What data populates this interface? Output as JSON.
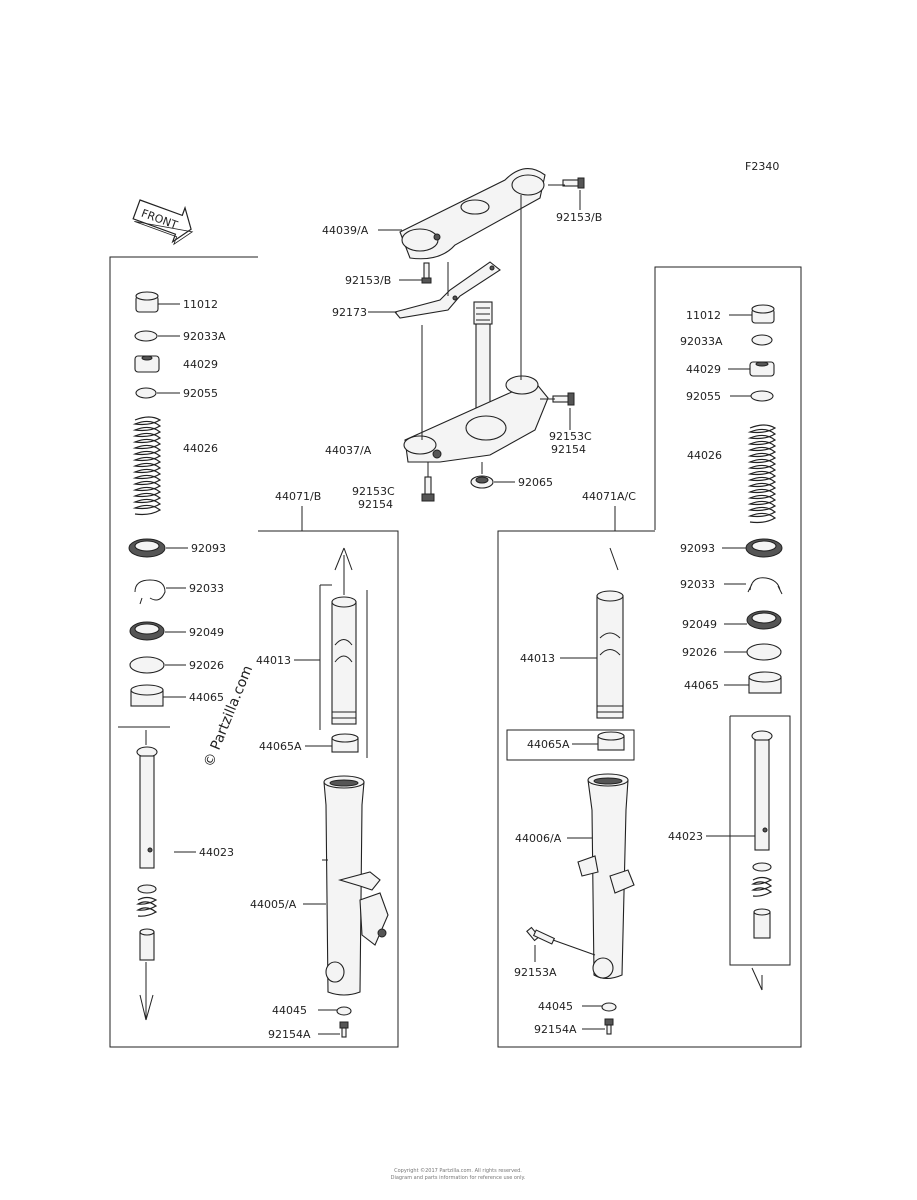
{
  "figure_code": "F2340",
  "front_label": "FRONT",
  "watermark": "© Partzilla.com",
  "groups": {
    "left": "44071/B",
    "right": "44071A/C"
  },
  "top_labels": {
    "upper_bracket": "44039/A",
    "bolt_upper_left": "92153/B",
    "bolt_upper_right": "92153/B",
    "clamp": "92173",
    "lower_bracket": "44037/A",
    "bolt_lower_right_a": "92153C",
    "bolt_lower_right_b": "92154",
    "bolt_lower_left_a": "92153C",
    "bolt_lower_left_b": "92154",
    "nut": "92065"
  },
  "left_labels": {
    "cap": "11012",
    "oring": "92033A",
    "collar": "44029",
    "oring2": "92055",
    "spring": "44026",
    "seal": "92093",
    "clip": "92033",
    "oil_seal": "92049",
    "washer": "92026",
    "guide": "44065",
    "rod": "44023",
    "inner_tube": "44013",
    "guide_bush": "44065A",
    "outer_tube": "44005/A",
    "gasket": "44045",
    "bolt": "92154A"
  },
  "right_labels": {
    "cap": "11012",
    "oring": "92033A",
    "collar": "44029",
    "oring2": "92055",
    "spring": "44026",
    "seal": "92093",
    "clip": "92033",
    "oil_seal": "92049",
    "washer": "92026",
    "guide": "44065",
    "rod": "44023",
    "inner_tube": "44013",
    "guide_bush": "44065A",
    "outer_tube": "44006/A",
    "axle_bolt": "92153A",
    "gasket": "44045",
    "bolt": "92154A"
  },
  "footer": {
    "line1": "Copyright ©2017 Partzilla.com. All rights reserved.",
    "line2": "Diagram and parts information for reference use only."
  }
}
